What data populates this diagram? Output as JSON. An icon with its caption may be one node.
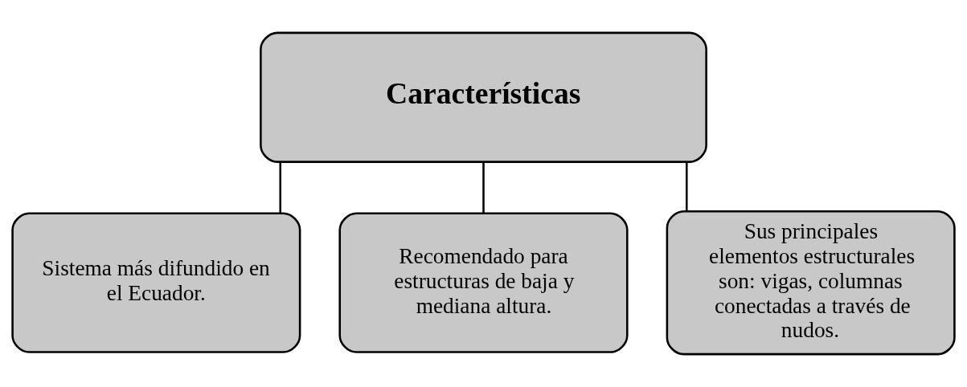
{
  "diagram": {
    "nodes": [
      {
        "text": [
          "Características"
        ]
      },
      {
        "text": [
          "Sistema más difundido en el Ecuador."
        ]
      },
      {
        "text": [
          "Recomendado para estructuras de baja y mediana altura."
        ]
      },
      {
        "text": [
          "Sus principales elementos estructurales son: vigas, columnas conectadas a través de nudos."
        ]
      }
    ],
    "edges": [
      {
        "from": 0,
        "to": 1,
        "arrow": "none"
      },
      {
        "from": 0,
        "to": 2,
        "arrow": "none"
      },
      {
        "from": 0,
        "to": 3,
        "arrow": "none"
      }
    ]
  }
}
